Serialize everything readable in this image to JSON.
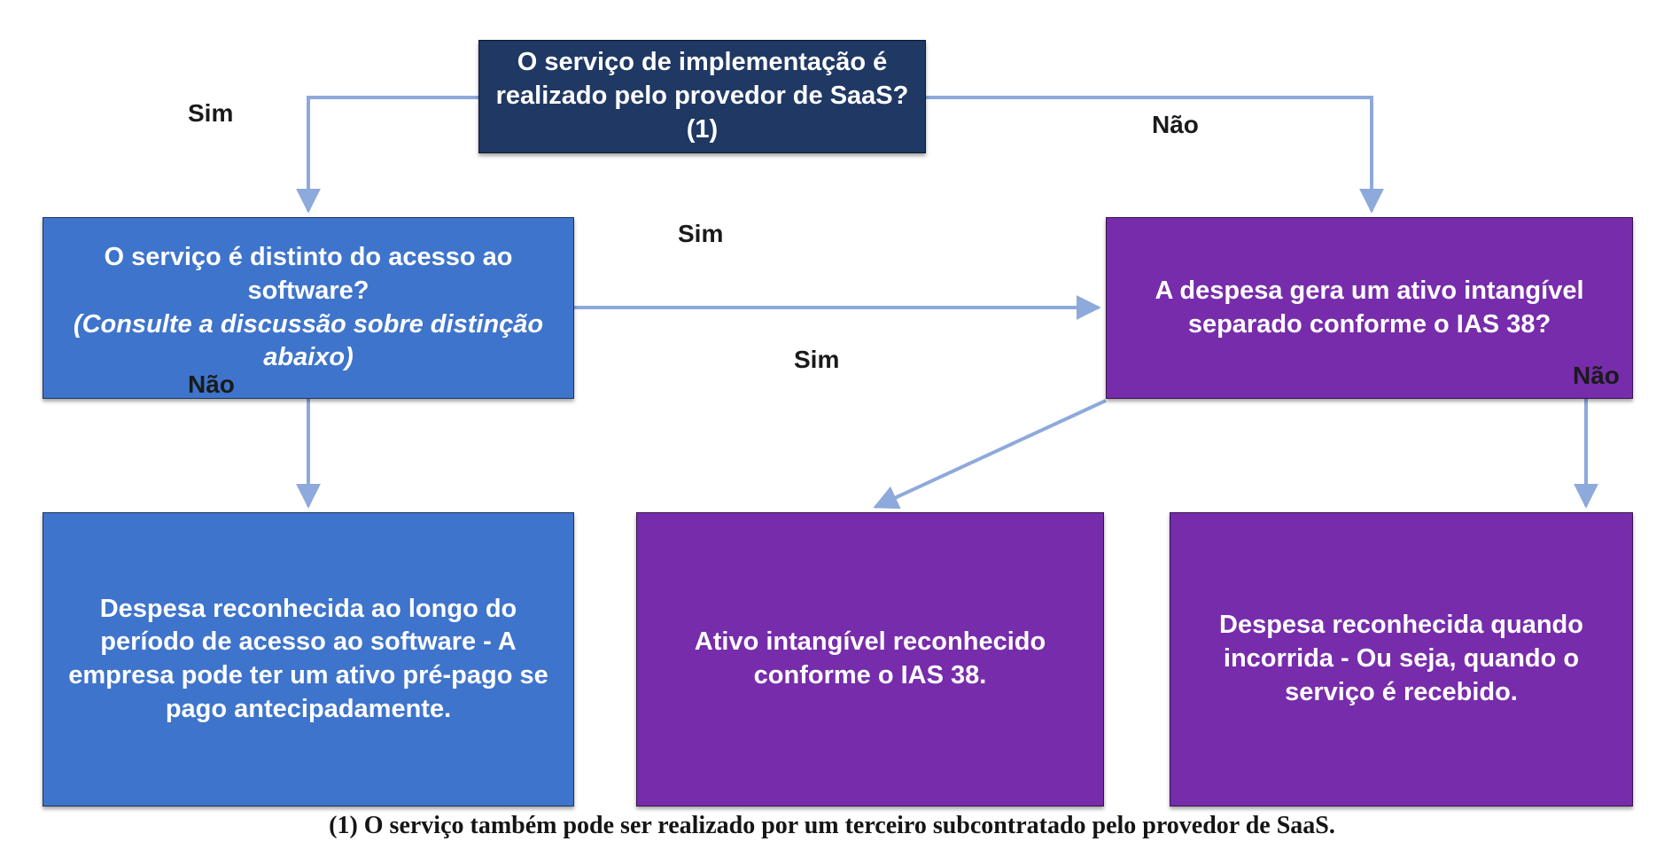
{
  "diagram": {
    "title": "Fluxograma de contabilizacao de servicos de implementacao SaaS",
    "colors": {
      "navy": "#1F3864",
      "blue": "#3E74CB",
      "purple": "#772CAB",
      "connector": "#8EA9DB",
      "text_on_fill": "#FFFFFF",
      "label_text": "#1A1A1A"
    },
    "nodes": {
      "root": {
        "text": "O serviço de implementação é realizado pelo provedor de SaaS?(1)",
        "shape": "rectangle",
        "fill": "navy"
      },
      "distinct": {
        "text": "O serviço é distinto do acesso ao software?",
        "subtext": "(Consulte a discussão sobre distinção abaixo)",
        "shape": "rectangle",
        "fill": "blue"
      },
      "ias38": {
        "text": "A despesa gera um ativo intangível separado conforme o IAS 38?",
        "shape": "rectangle",
        "fill": "purple"
      },
      "period_expense": {
        "text": "Despesa reconhecida ao longo do período de acesso ao software - A empresa pode ter um ativo pré-pago se pago antecipadamente.",
        "shape": "rectangle",
        "fill": "blue"
      },
      "intangible_asset": {
        "text": "Ativo intangível reconhecido conforme o IAS 38.",
        "shape": "rectangle",
        "fill": "purple"
      },
      "incurred_expense": {
        "text": "Despesa reconhecida quando incorrida - Ou seja, quando o serviço é recebido.",
        "shape": "rectangle",
        "fill": "purple"
      }
    },
    "edges": [
      {
        "id": "root-yes",
        "from": "root",
        "to": "distinct",
        "label": "Sim"
      },
      {
        "id": "root-no",
        "from": "root",
        "to": "ias38",
        "label": "Não"
      },
      {
        "id": "dist-yes",
        "from": "distinct",
        "to": "ias38",
        "label": "Sim"
      },
      {
        "id": "dist-no",
        "from": "distinct",
        "to": "period_expense",
        "label": "Não"
      },
      {
        "id": "ias-yes",
        "from": "ias38",
        "to": "intangible_asset",
        "label": "Sim"
      },
      {
        "id": "ias-no",
        "from": "ias38",
        "to": "incurred_expense",
        "label": "Não"
      }
    ],
    "footnote": "(1) O serviço também pode ser realizado por um terceiro subcontratado pelo provedor de SaaS."
  }
}
